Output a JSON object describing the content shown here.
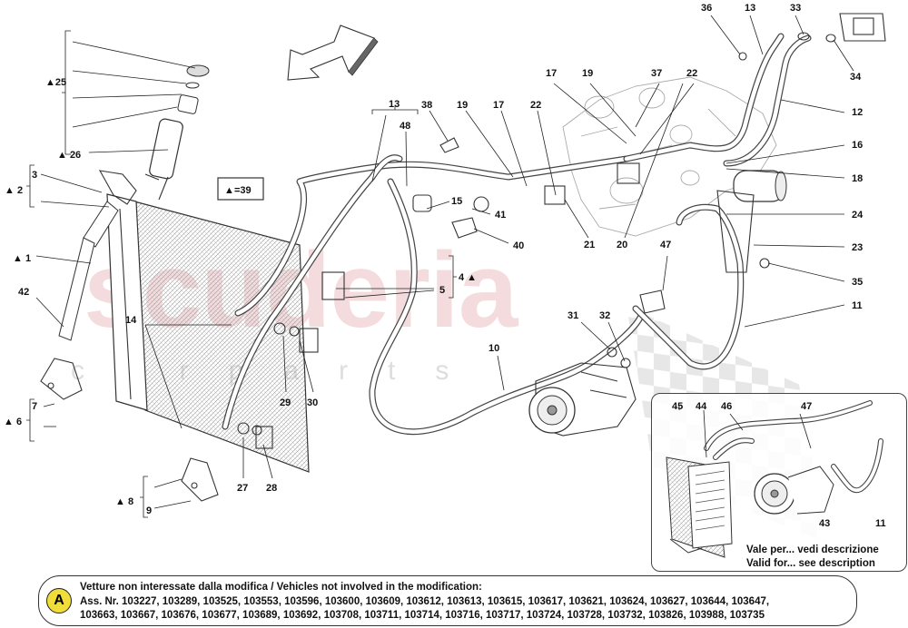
{
  "watermark": {
    "main": "scuderia",
    "sub": "carparts"
  },
  "legend_box": {
    "marker": "▲",
    "text": "=39"
  },
  "labels": {
    "l25": "▲25",
    "l26": "▲ 26",
    "l3": "3",
    "l2": "▲ 2",
    "l1": "▲ 1",
    "l42": "42",
    "l7": "7",
    "l6": "▲ 6",
    "l4": "4",
    "l14": "14",
    "l8": "▲ 8",
    "l9": "9",
    "l27": "27",
    "l28": "28",
    "l29": "29",
    "l30": "30",
    "l13a": "13",
    "l48": "48",
    "l38": "38",
    "l19a": "19",
    "l17a": "17",
    "l22a": "22",
    "l15": "15",
    "l41": "41",
    "l40": "40",
    "l21": "21",
    "l20": "20",
    "l5": "5",
    "l4tri": "4 ▲",
    "l10": "10",
    "l31": "31",
    "l32": "32",
    "l47a": "47",
    "l17b": "17",
    "l19b": "19",
    "l37": "37",
    "l22b": "22",
    "l36": "36",
    "l13b": "13",
    "l33": "33",
    "l34": "34",
    "l12": "12",
    "l16": "16",
    "l18": "18",
    "l24": "24",
    "l23": "23",
    "l35": "35",
    "l11a": "11",
    "l45": "45",
    "l44": "44",
    "l46": "46",
    "l47b": "47",
    "l43": "43",
    "l11b": "11"
  },
  "inset": {
    "note_it": "Vale per... vedi descrizione",
    "note_en": "Valid for... see description"
  },
  "footnote": {
    "badge": "A",
    "line1": "Vetture non interessate dalla modifica / Vehicles not involved in the modification:",
    "line2": "Ass. Nr. 103227, 103289, 103525, 103553, 103596, 103600, 103609, 103612, 103613, 103615, 103617, 103621, 103624, 103627, 103644, 103647,",
    "line3": "103663, 103667, 103676, 103677, 103689, 103692, 103708, 103711, 103714, 103716, 103717, 103724, 103728, 103732, 103826, 103988, 103735"
  }
}
